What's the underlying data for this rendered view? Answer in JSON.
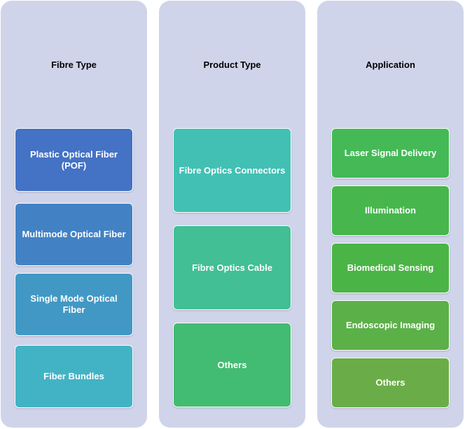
{
  "columns": [
    {
      "title": "Fibre Type",
      "items": [
        {
          "label": "Plastic Optical Fiber (POF)",
          "color": "#4472c4"
        },
        {
          "label": "Multimode Optical Fiber",
          "color": "#4282c4"
        },
        {
          "label": "Single Mode Optical Fiber",
          "color": "#4298c4"
        },
        {
          "label": "Fiber Bundles",
          "color": "#42b3c4"
        }
      ]
    },
    {
      "title": "Product Type",
      "items": [
        {
          "label": "Fibre Optics Connectors",
          "color": "#42c0b4"
        },
        {
          "label": "Fibre Optics Cable",
          "color": "#42bf94"
        },
        {
          "label": "Others",
          "color": "#42bc72"
        }
      ]
    },
    {
      "title": "Application",
      "items": [
        {
          "label": "Laser Signal Delivery",
          "color": "#44b956"
        },
        {
          "label": "Illumination",
          "color": "#47b64d"
        },
        {
          "label": "Biomedical Sensing",
          "color": "#4bb446"
        },
        {
          "label": "Endoscopic Imaging",
          "color": "#5bb048"
        },
        {
          "label": "Others",
          "color": "#6aad48"
        }
      ]
    }
  ]
}
